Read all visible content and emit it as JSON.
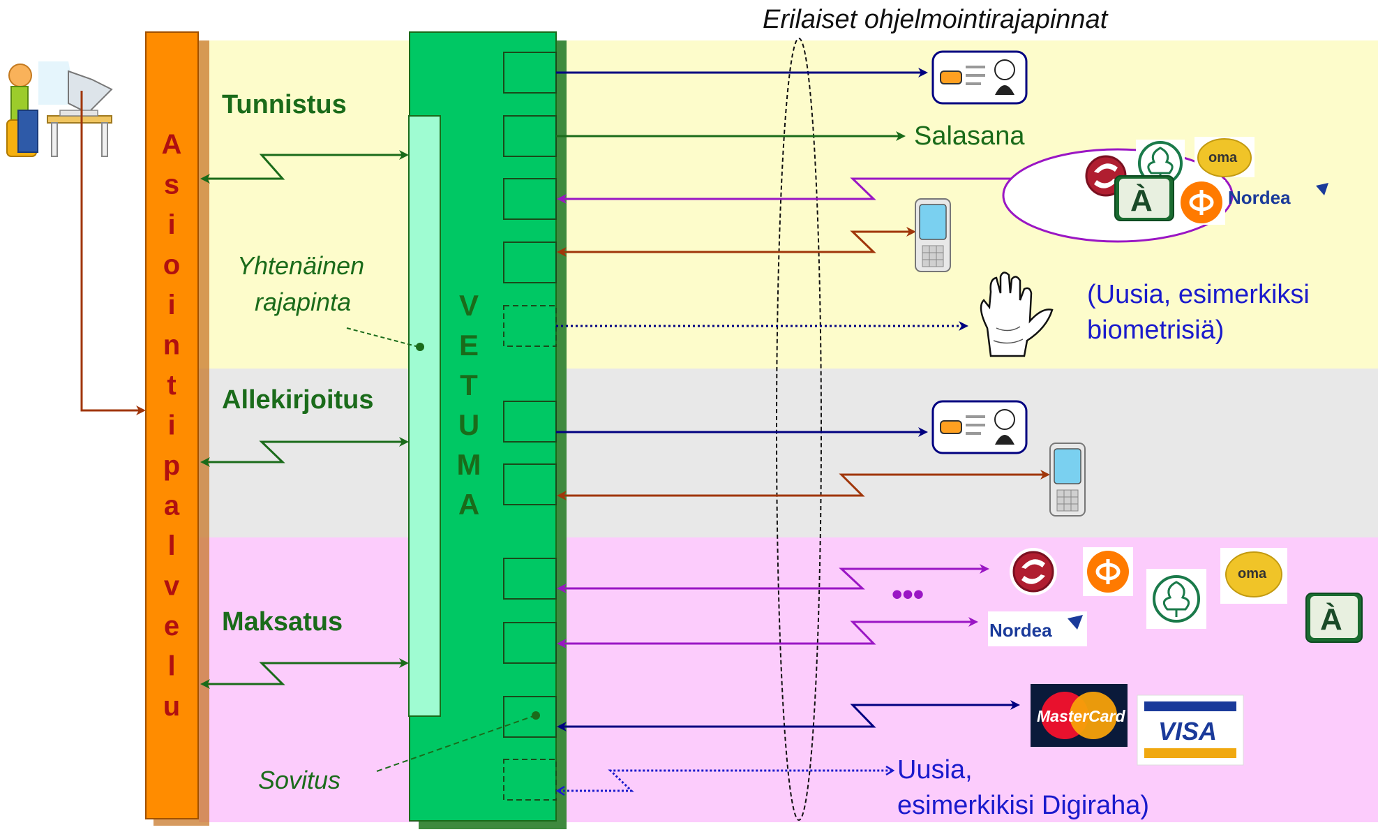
{
  "header": {
    "title": "Erilaiset ohjelmointirajapinnat"
  },
  "sections": {
    "tunnistus": "Tunnistus",
    "allekirjoitus": "Allekirjoitus",
    "maksatus": "Maksatus"
  },
  "left_bar": {
    "label_letters": [
      "A",
      "s",
      "i",
      "o",
      "i",
      "n",
      "t",
      "i",
      "p",
      "a",
      "l",
      "v",
      "e",
      "l",
      "u"
    ]
  },
  "center_bar": {
    "label_letters": [
      "V",
      "E",
      "T",
      "U",
      "M",
      "A"
    ]
  },
  "annotations": {
    "yhtenainen_line1": "Yhtenäinen",
    "yhtenainen_line2": "rajapinta",
    "sovitus": "Sovitus"
  },
  "targets": {
    "salasana": "Salasana",
    "biometric_line1": "(Uusia, esimerkiksi",
    "biometric_line2": "biometrisiä)",
    "digiraha_line1": "Uusia,",
    "digiraha_line2": "esimerkikisi Digiraha)",
    "ellipsis": "•••"
  },
  "logos": {
    "oma": "oma",
    "nordea": "Nordea",
    "mastercard": "MasterCard",
    "visa": "VISA"
  },
  "colors": {
    "band_tunnistus": "#fdfccb",
    "band_allekirjoitus": "#e8e8e8",
    "band_maksatus": "#fcccfc",
    "asiointipalvelu_bar": "#ff8c00",
    "vetuma_bar": "#00c864",
    "inner_panel": "#9ffcd2",
    "arrow_green": "#1a6b1a",
    "arrow_navy": "#000080",
    "arrow_purple": "#9a16c4",
    "arrow_brown": "#a0360a",
    "text_blue": "#1a1acc"
  }
}
